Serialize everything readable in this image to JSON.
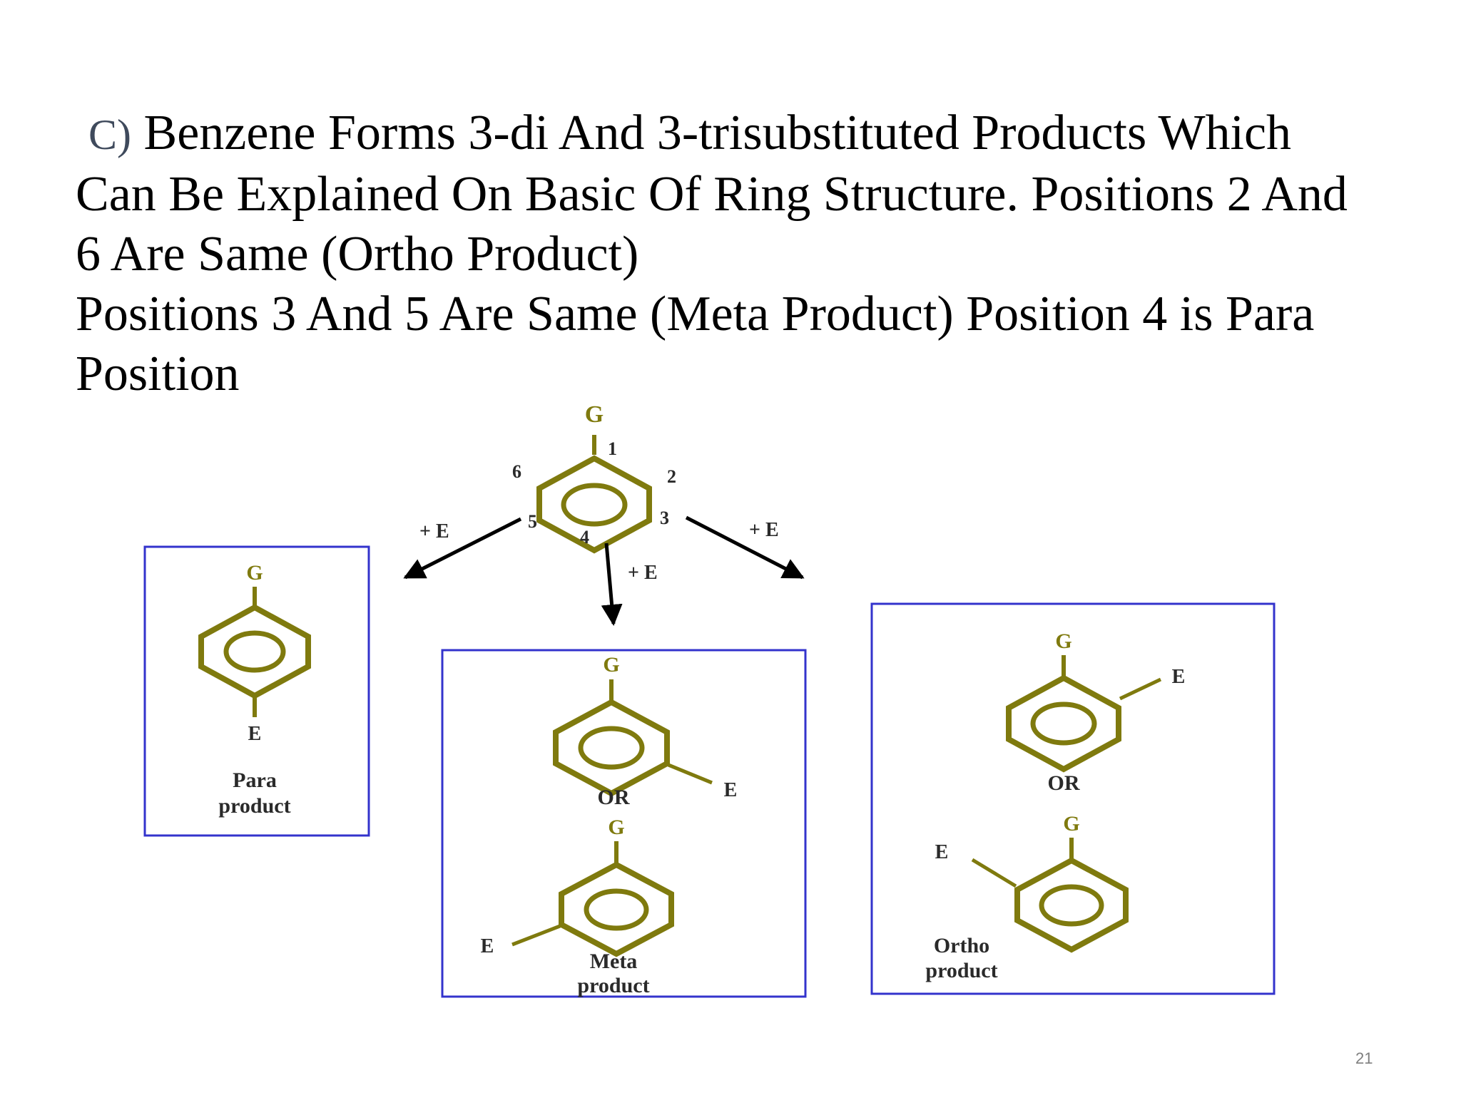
{
  "slide": {
    "marker": "C)",
    "lines": [
      "Benzene Forms 3-di And 3-trisubstituted Products Which",
      "Can Be Explained On Basic Of Ring Structure.  Positions 2 And",
      "6 Are Same (Ortho Product)",
      "Positions 3 And 5 Are Same (Meta Product) Position 4 is Para",
      "Position"
    ],
    "page_number": "21"
  },
  "diagram": {
    "colors": {
      "ring": "#7f7a0e",
      "box": "#3333cc",
      "text": "#2a2a2a",
      "arrow": "#000000"
    },
    "reactant": {
      "group": "G",
      "positions": [
        "1",
        "2",
        "3",
        "4",
        "5",
        "6"
      ]
    },
    "arrows": {
      "left": "+ E",
      "middle": "+ E",
      "right": "+ E"
    },
    "para_box": {
      "group": "G",
      "electrophile": "E",
      "caption": [
        "Para",
        "product"
      ]
    },
    "meta_box": {
      "group_top": "G",
      "electrophile_top": "E",
      "or": "OR",
      "group_bottom": "G",
      "electrophile_bottom": "E",
      "caption": [
        "Meta",
        "product"
      ]
    },
    "ortho_box": {
      "group_top": "G",
      "electrophile_top": "E",
      "or": "OR",
      "group_bottom": "G",
      "electrophile_bottom": "E",
      "caption": [
        "Ortho",
        "product"
      ]
    }
  }
}
